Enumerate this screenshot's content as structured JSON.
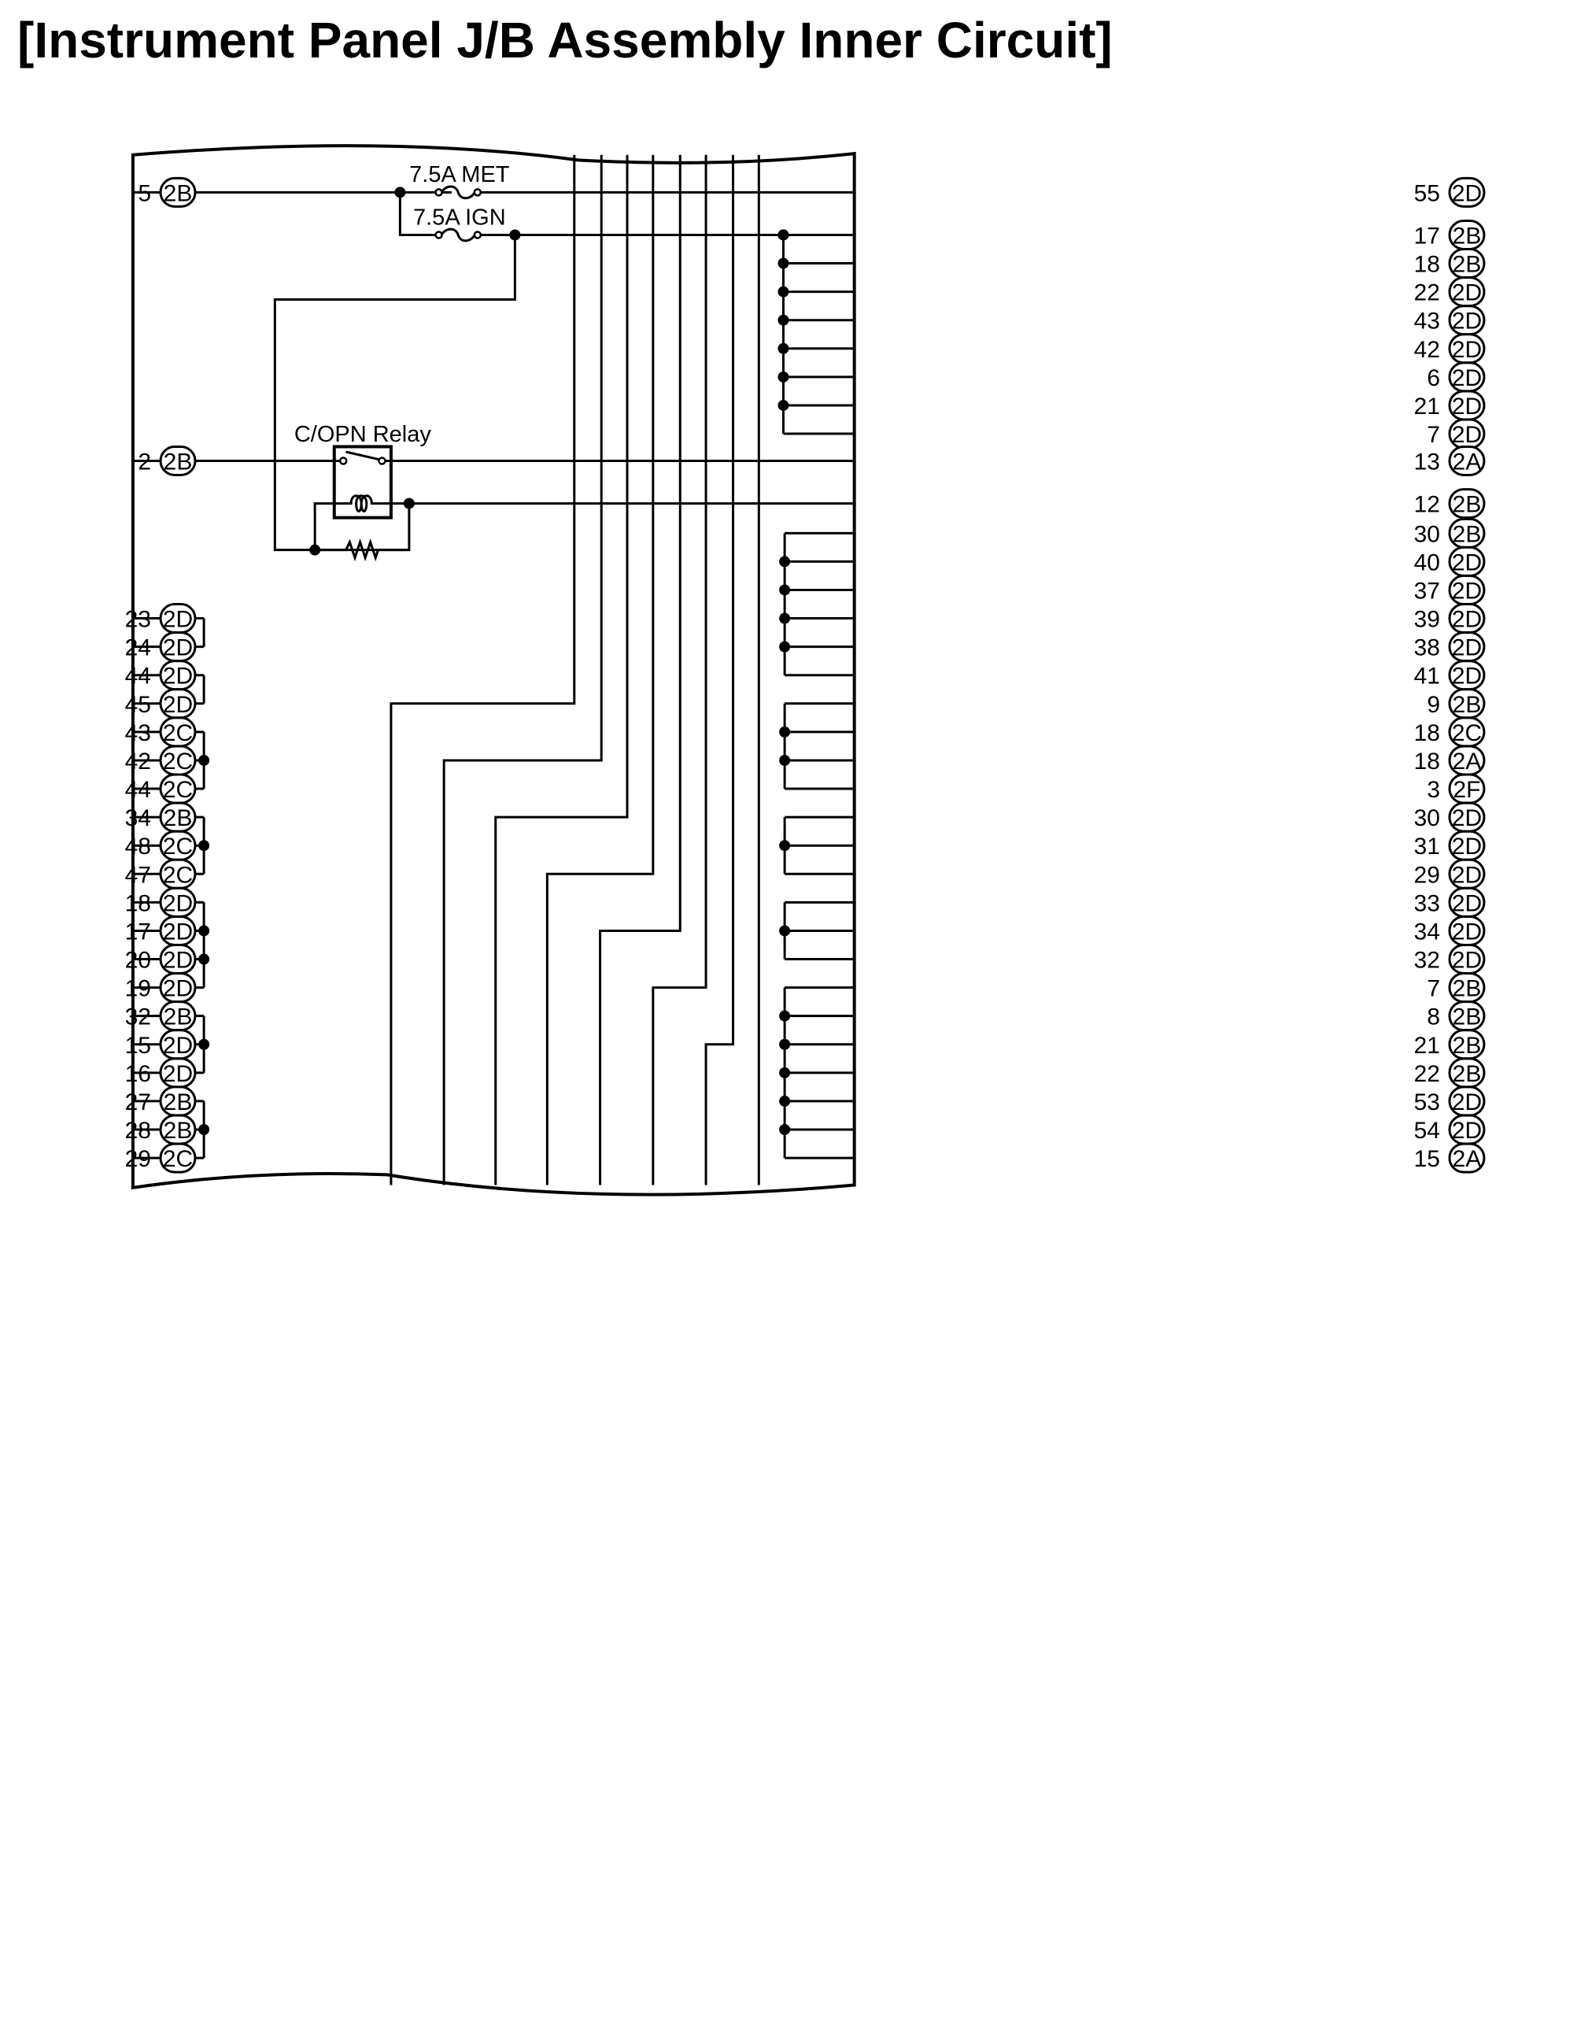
{
  "title": "[Instrument Panel J/B Assembly Inner Circuit]",
  "components": {
    "fuse_met": "7.5A MET",
    "fuse_ign": "7.5A IGN",
    "relay": "C/OPN Relay"
  },
  "pins": {
    "left": [
      {
        "num": "5",
        "conn": "2B"
      },
      {
        "num": "2",
        "conn": "2B"
      },
      {
        "num": "23",
        "conn": "2D"
      },
      {
        "num": "24",
        "conn": "2D"
      },
      {
        "num": "44",
        "conn": "2D"
      },
      {
        "num": "45",
        "conn": "2D"
      },
      {
        "num": "43",
        "conn": "2C"
      },
      {
        "num": "42",
        "conn": "2C"
      },
      {
        "num": "44",
        "conn": "2C"
      },
      {
        "num": "34",
        "conn": "2B"
      },
      {
        "num": "48",
        "conn": "2C"
      },
      {
        "num": "47",
        "conn": "2C"
      },
      {
        "num": "18",
        "conn": "2D"
      },
      {
        "num": "17",
        "conn": "2D"
      },
      {
        "num": "20",
        "conn": "2D"
      },
      {
        "num": "19",
        "conn": "2D"
      },
      {
        "num": "32",
        "conn": "2B"
      },
      {
        "num": "15",
        "conn": "2D"
      },
      {
        "num": "16",
        "conn": "2D"
      },
      {
        "num": "27",
        "conn": "2B"
      },
      {
        "num": "28",
        "conn": "2B"
      },
      {
        "num": "29",
        "conn": "2C"
      }
    ],
    "right": [
      {
        "num": "55",
        "conn": "2D"
      },
      {
        "num": "17",
        "conn": "2B"
      },
      {
        "num": "18",
        "conn": "2B"
      },
      {
        "num": "22",
        "conn": "2D"
      },
      {
        "num": "43",
        "conn": "2D"
      },
      {
        "num": "42",
        "conn": "2D"
      },
      {
        "num": "6",
        "conn": "2D"
      },
      {
        "num": "21",
        "conn": "2D"
      },
      {
        "num": "7",
        "conn": "2D"
      },
      {
        "num": "13",
        "conn": "2A"
      },
      {
        "num": "12",
        "conn": "2B"
      },
      {
        "num": "30",
        "conn": "2B"
      },
      {
        "num": "40",
        "conn": "2D"
      },
      {
        "num": "37",
        "conn": "2D"
      },
      {
        "num": "39",
        "conn": "2D"
      },
      {
        "num": "38",
        "conn": "2D"
      },
      {
        "num": "41",
        "conn": "2D"
      },
      {
        "num": "9",
        "conn": "2B"
      },
      {
        "num": "18",
        "conn": "2C"
      },
      {
        "num": "18",
        "conn": "2A"
      },
      {
        "num": "3",
        "conn": "2F"
      },
      {
        "num": "30",
        "conn": "2D"
      },
      {
        "num": "31",
        "conn": "2D"
      },
      {
        "num": "29",
        "conn": "2D"
      },
      {
        "num": "33",
        "conn": "2D"
      },
      {
        "num": "34",
        "conn": "2D"
      },
      {
        "num": "32",
        "conn": "2D"
      },
      {
        "num": "7",
        "conn": "2B"
      },
      {
        "num": "8",
        "conn": "2B"
      },
      {
        "num": "21",
        "conn": "2B"
      },
      {
        "num": "22",
        "conn": "2B"
      },
      {
        "num": "53",
        "conn": "2D"
      },
      {
        "num": "54",
        "conn": "2D"
      },
      {
        "num": "15",
        "conn": "2A"
      }
    ]
  }
}
